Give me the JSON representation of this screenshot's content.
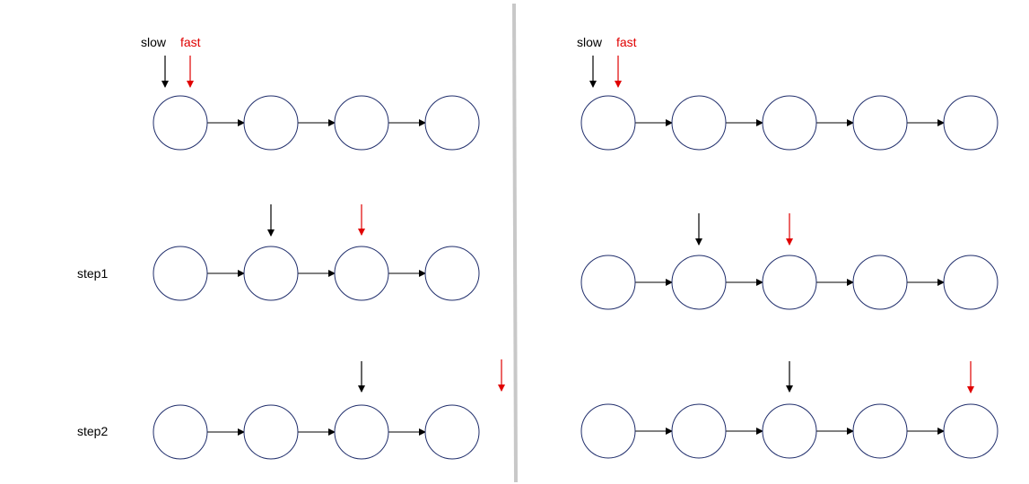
{
  "labels": {
    "slow": "slow",
    "fast": "fast",
    "step1": "step1",
    "step2": "step2"
  },
  "colors": {
    "node_stroke": "#1f2d6b",
    "arrow": "#000000",
    "fast": "#e00000",
    "divider": "#c8c8c8"
  },
  "panels": [
    {
      "name": "even-list",
      "node_count": 4,
      "rows": [
        {
          "step_label": "",
          "slow_node": 1,
          "fast_node": 1,
          "show_names": true
        },
        {
          "step_label": "step1",
          "slow_node": 2,
          "fast_node": 3,
          "show_names": false
        },
        {
          "step_label": "step2",
          "slow_node": 3,
          "fast_node": "null",
          "show_names": false
        }
      ]
    },
    {
      "name": "odd-list",
      "node_count": 5,
      "rows": [
        {
          "step_label": "",
          "slow_node": 1,
          "fast_node": 1,
          "show_names": true
        },
        {
          "step_label": "",
          "slow_node": 2,
          "fast_node": 3,
          "show_names": false
        },
        {
          "step_label": "",
          "slow_node": 3,
          "fast_node": 5,
          "show_names": false
        }
      ]
    }
  ]
}
